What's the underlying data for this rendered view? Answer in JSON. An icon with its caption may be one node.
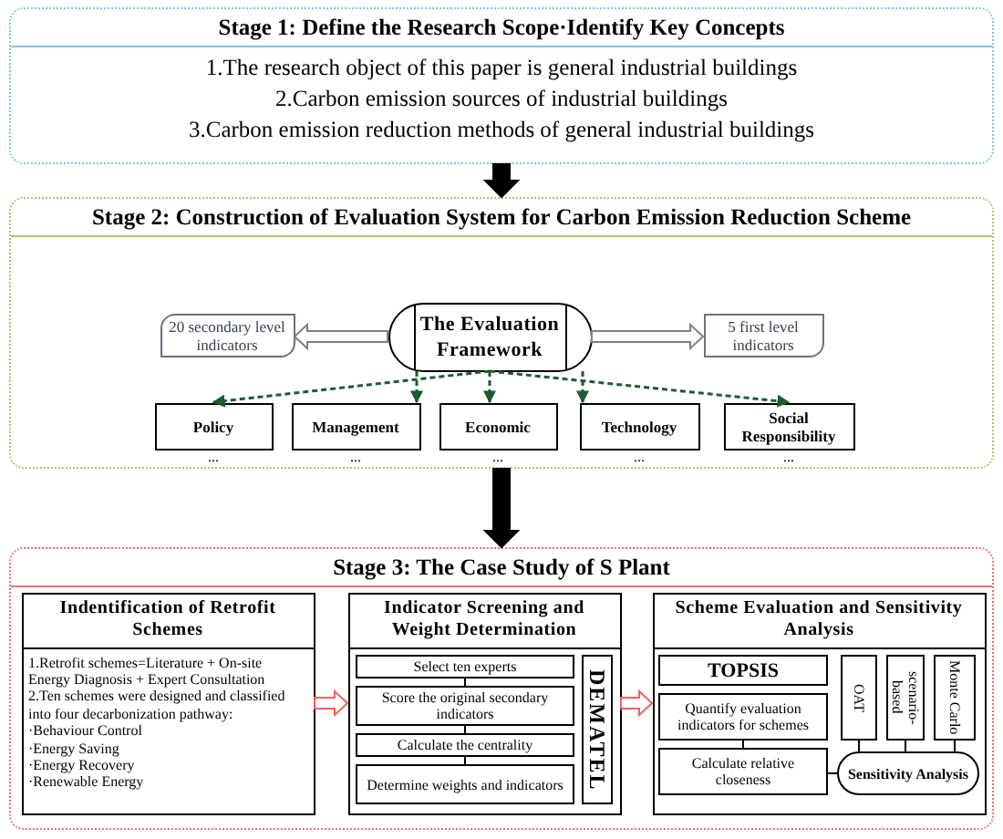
{
  "diagram": {
    "nodes": [
      {
        "text": [
          "Stage 1: Define the Research Scope·Identify Key Concepts",
          "1.The research object of this paper is general industrial buildings",
          "2.Carbon emission sources of industrial buildings",
          "3.Carbon emission reduction methods of general industrial buildings"
        ]
      },
      {
        "text": [
          "Stage 2: Construction of Evaluation System for Carbon Emission Reduction Scheme"
        ]
      },
      {
        "text": [
          "The Evaluation Framework"
        ],
        "in": 1
      },
      {
        "text": [
          "20 secondary level indicators"
        ],
        "in": 1
      },
      {
        "text": [
          "5 first level indicators"
        ],
        "in": 1
      },
      {
        "text": [
          "Policy"
        ],
        "in": 1,
        "beside": [
          "..."
        ]
      },
      {
        "text": [
          "Management"
        ],
        "in": 1,
        "beside": [
          "..."
        ]
      },
      {
        "text": [
          "Economic"
        ],
        "in": 1,
        "beside": [
          "..."
        ]
      },
      {
        "text": [
          "Technology"
        ],
        "in": 1,
        "beside": [
          "..."
        ]
      },
      {
        "text": [
          "Social Responsibility"
        ],
        "in": 1,
        "beside": [
          "..."
        ]
      },
      {
        "text": [
          "Stage 3: The Case Study of S Plant"
        ]
      },
      {
        "text": [
          "Indentification of Retrofit Schemes",
          "1.Retrofit schemes=Literature + On-site Energy Diagnosis + Expert Consultation",
          "2.Ten schemes were designed and classified into four decarbonization pathway:",
          "·Behaviour Control",
          "·Energy Saving",
          "·Energy Recovery",
          "·Renewable Energy"
        ],
        "in": 10
      },
      {
        "text": [
          "Indicator Screening and Weight Determination"
        ],
        "in": 10
      },
      {
        "text": [
          "Select ten experts"
        ],
        "in": 12
      },
      {
        "text": [
          "Score the original secondary indicators"
        ],
        "in": 12
      },
      {
        "text": [
          "Calculate the centrality"
        ],
        "in": 12
      },
      {
        "text": [
          "Determine weights and indicators"
        ],
        "in": 12
      },
      {
        "text": [
          "DEMATEL"
        ],
        "in": 12
      },
      {
        "text": [
          "Scheme Evaluation and Sensitivity Analysis"
        ],
        "in": 10
      },
      {
        "text": [
          "TOPSIS"
        ],
        "in": 18
      },
      {
        "text": [
          "Quantify evaluation indicators for schemes"
        ],
        "in": 18
      },
      {
        "text": [
          "Calculate relative closeness"
        ],
        "in": 18
      },
      {
        "text": [
          "OAT"
        ],
        "in": 18
      },
      {
        "text": [
          "scenario-based"
        ],
        "in": 18
      },
      {
        "text": [
          "Monte Carlo"
        ],
        "in": 18
      },
      {
        "text": [
          "Sensitivity Analysis"
        ],
        "in": 18
      }
    ],
    "edges": [
      {
        "from": 0,
        "to": 1,
        "arrow": "to",
        "style": "thick"
      },
      {
        "from": 1,
        "to": 10,
        "arrow": "to",
        "style": "thick"
      },
      {
        "from": 2,
        "to": 3,
        "arrow": "to",
        "style": "thick",
        "color": "#808080"
      },
      {
        "from": 2,
        "to": 4,
        "arrow": "to",
        "style": "thick",
        "color": "#808080"
      },
      {
        "from": 2,
        "to": 5,
        "arrow": "to",
        "style": "dashed",
        "color": "#1e5b2e"
      },
      {
        "from": 2,
        "to": 6,
        "arrow": "to",
        "style": "dashed",
        "color": "#1e5b2e"
      },
      {
        "from": 2,
        "to": 7,
        "arrow": "to",
        "style": "dashed",
        "color": "#1e5b2e"
      },
      {
        "from": 2,
        "to": 8,
        "arrow": "to",
        "style": "dashed",
        "color": "#1e5b2e"
      },
      {
        "from": 2,
        "to": 9,
        "arrow": "to",
        "style": "dashed",
        "color": "#1e5b2e"
      },
      {
        "from": 11,
        "to": 12,
        "arrow": "to",
        "style": "thick",
        "color": "#f06060"
      },
      {
        "from": 12,
        "to": 18,
        "arrow": "to",
        "style": "thick",
        "color": "#f06060"
      },
      {
        "from": 13,
        "to": 14,
        "arrow": "none"
      },
      {
        "from": 14,
        "to": 15,
        "arrow": "none"
      },
      {
        "from": 15,
        "to": 16,
        "arrow": "none"
      },
      {
        "from": 20,
        "to": 21,
        "arrow": "none"
      },
      {
        "from": 22,
        "to": 25,
        "arrow": "none"
      },
      {
        "from": 23,
        "to": 25,
        "arrow": "none"
      },
      {
        "from": 24,
        "to": 25,
        "arrow": "none"
      },
      {
        "from": 25,
        "to": 21,
        "arrow": "none"
      }
    ]
  }
}
